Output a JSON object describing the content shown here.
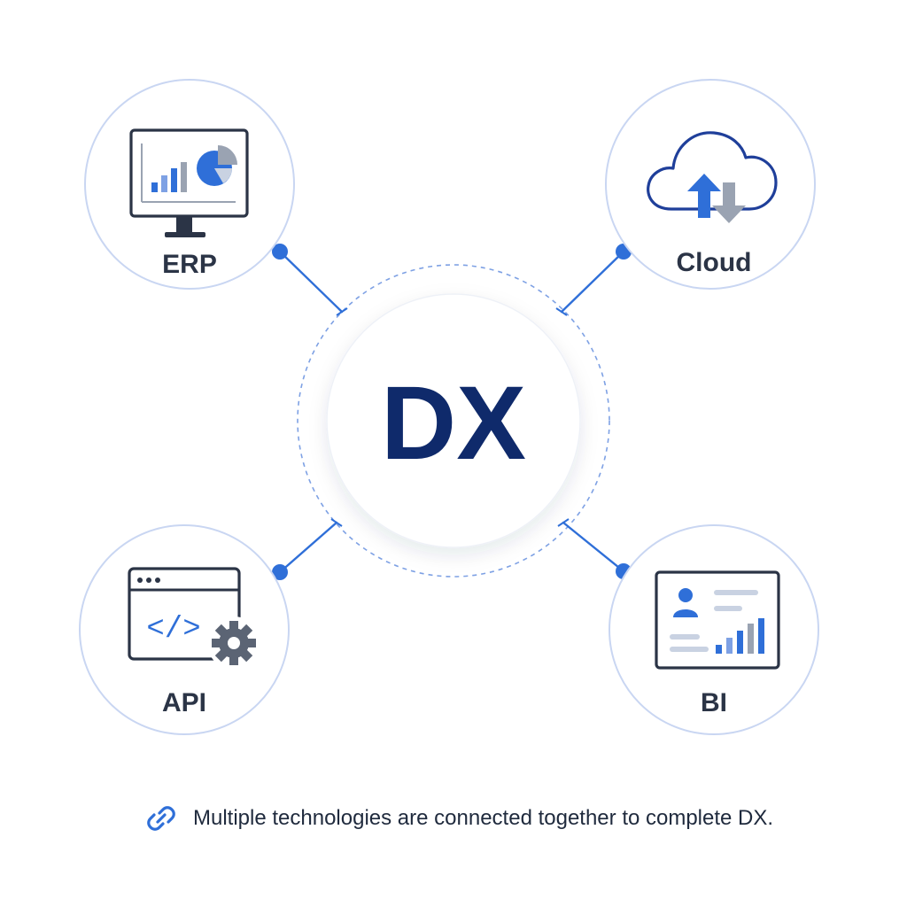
{
  "center": {
    "label": "DX"
  },
  "nodes": {
    "erp": {
      "label": "ERP",
      "icon": "monitor-chart-icon"
    },
    "cloud": {
      "label": "Cloud",
      "icon": "cloud-sync-icon"
    },
    "api": {
      "label": "API",
      "icon": "code-window-gear-icon"
    },
    "bi": {
      "label": "BI",
      "icon": "dashboard-profile-icon"
    }
  },
  "caption": {
    "icon": "link-icon",
    "text": "Multiple technologies are connected together to complete DX."
  },
  "colors": {
    "accent": "#2f6fd8",
    "navy": "#0f2a6b",
    "ring": "#c9d6f2",
    "icon_dark": "#2b3446",
    "icon_gray": "#9aa3b2"
  }
}
